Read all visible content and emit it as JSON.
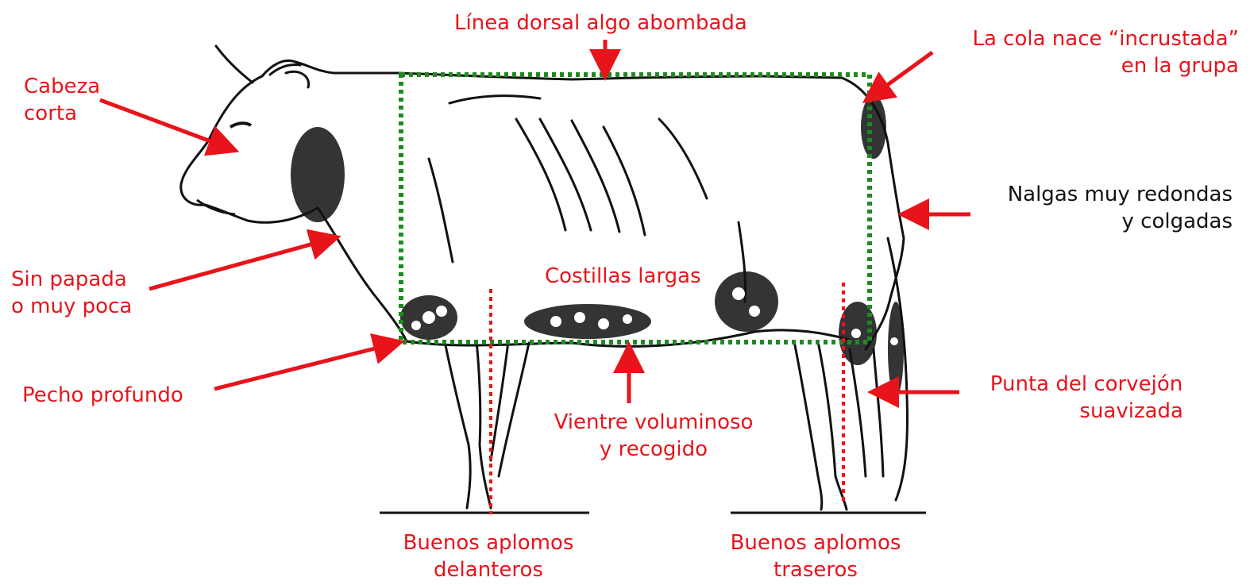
{
  "colors": {
    "annotation": "#e8141b",
    "frame": "#1f8a1f",
    "drawing": "#111111"
  },
  "labels": {
    "dorsal_line": "Línea dorsal algo abombada",
    "tail_1": "La cola nace “incrustada”",
    "tail_2": "en la grupa",
    "head_1": "Cabeza",
    "head_2": "corta",
    "buttocks_1": "Nalgas muy redondas",
    "buttocks_2": "y colgadas",
    "dewlap_1": "Sin papada",
    "dewlap_2": "o muy poca",
    "ribs": "Costillas largas",
    "chest": "Pecho profundo",
    "hock_1": "Punta del corvejón",
    "hock_2": "suavizada",
    "belly_1": "Vientre voluminoso",
    "belly_2": "y recogido",
    "front_legs_1": "Buenos aplomos",
    "front_legs_2": "delanteros",
    "rear_legs_1": "Buenos aplomos",
    "rear_legs_2": "traseros"
  }
}
